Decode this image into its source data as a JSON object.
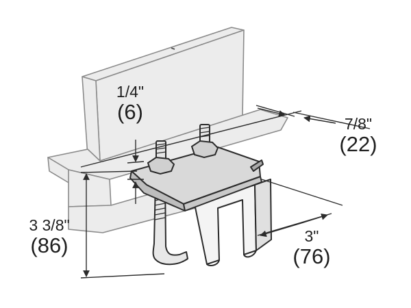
{
  "dimensions": {
    "flange_thickness": {
      "imperial": "1/4\"",
      "metric": "(6)"
    },
    "flange_width": {
      "imperial": "7/8\"",
      "metric": "(22)"
    },
    "overall_height": {
      "imperial": "3 3/8\"",
      "metric": "(86)"
    },
    "clamp_length": {
      "imperial": "3\"",
      "metric": "(76)"
    }
  },
  "colors": {
    "line": "#2b2b2b",
    "beam_fill": "#ececec",
    "beam_stroke": "#8a8a8a",
    "clamp_fill": "#d9d9d9",
    "channel_fill": "#f4f4f4"
  }
}
